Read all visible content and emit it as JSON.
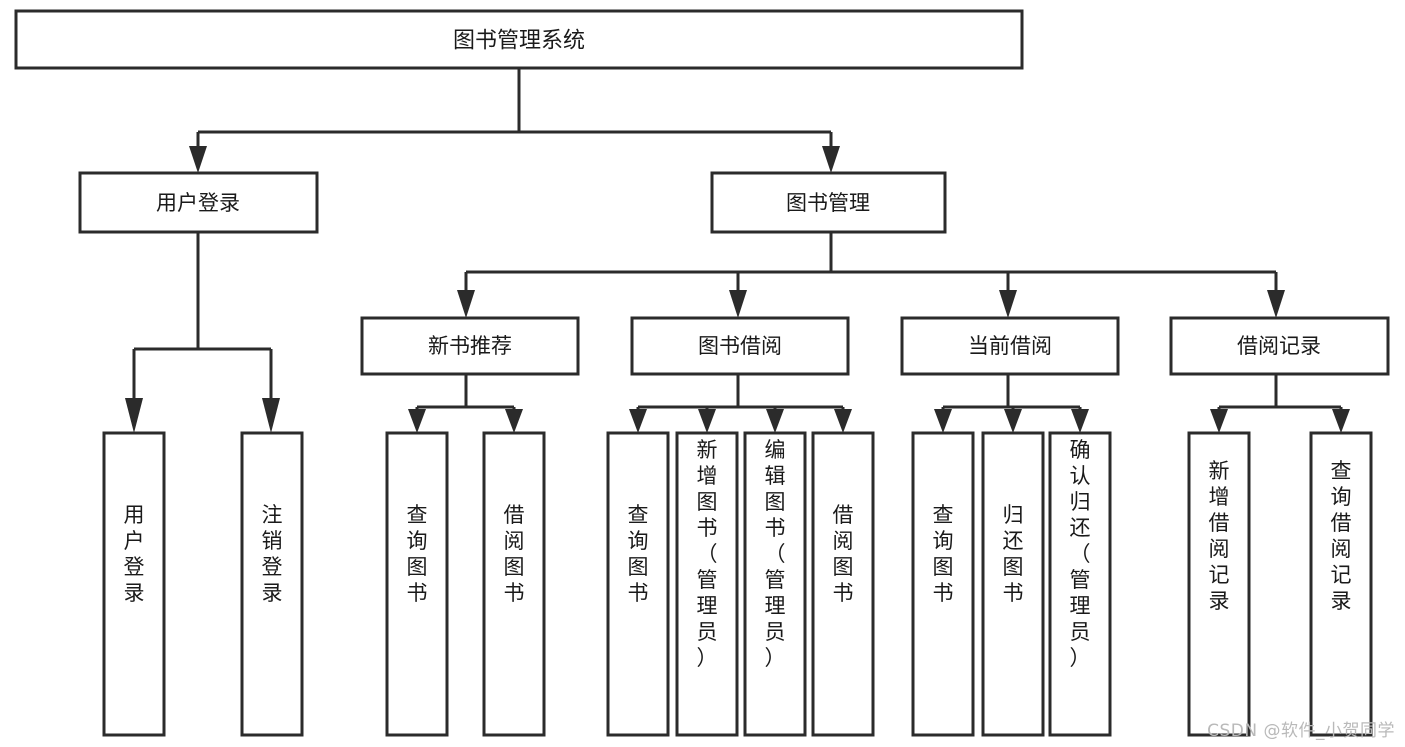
{
  "diagram": {
    "type": "tree-hierarchy",
    "title": "图书管理系统",
    "orientation": "top-down",
    "colors": {
      "box_fill": "#ffffff",
      "box_stroke": "#2b2b2b",
      "connector": "#2b2b2b",
      "text": "#1a1a1a",
      "watermark": "#b9b9b9",
      "background": "#ffffff"
    },
    "root": {
      "label": "图书管理系统",
      "id": "root-library-management-system"
    },
    "level2": [
      {
        "id": "user-login",
        "label": "用户登录"
      },
      {
        "id": "book-management",
        "label": "图书管理"
      }
    ],
    "level3": [
      {
        "id": "new-book-recommendation",
        "label": "新书推荐",
        "parent": "book-management"
      },
      {
        "id": "book-borrowing",
        "label": "图书借阅",
        "parent": "book-management"
      },
      {
        "id": "current-borrowing",
        "label": "当前借阅",
        "parent": "book-management"
      },
      {
        "id": "borrow-records",
        "label": "借阅记录",
        "parent": "book-management"
      }
    ],
    "leaves": {
      "user-login": [
        {
          "id": "leaf-user-login",
          "label": "用户登录"
        },
        {
          "id": "leaf-logout",
          "label": "注销登录"
        }
      ],
      "new-book-recommendation": [
        {
          "id": "leaf-query-books-1",
          "label": "查询图书"
        },
        {
          "id": "leaf-borrow-books-1",
          "label": "借阅图书"
        }
      ],
      "book-borrowing": [
        {
          "id": "leaf-query-books-2",
          "label": "查询图书"
        },
        {
          "id": "leaf-add-book-admin",
          "label": "新增图书（管理员）"
        },
        {
          "id": "leaf-edit-book-admin",
          "label": "编辑图书（管理员）"
        },
        {
          "id": "leaf-borrow-books-2",
          "label": "借阅图书"
        }
      ],
      "current-borrowing": [
        {
          "id": "leaf-query-books-3",
          "label": "查询图书"
        },
        {
          "id": "leaf-return-books",
          "label": "归还图书"
        },
        {
          "id": "leaf-confirm-return-admin",
          "label": "确认归还（管理员）"
        }
      ],
      "borrow-records": [
        {
          "id": "leaf-add-borrow-record",
          "label": "新增借阅记录"
        },
        {
          "id": "leaf-query-borrow-record",
          "label": "查询借阅记录"
        }
      ]
    }
  },
  "watermark": {
    "text": "CSDN @软件_小贺同学"
  }
}
